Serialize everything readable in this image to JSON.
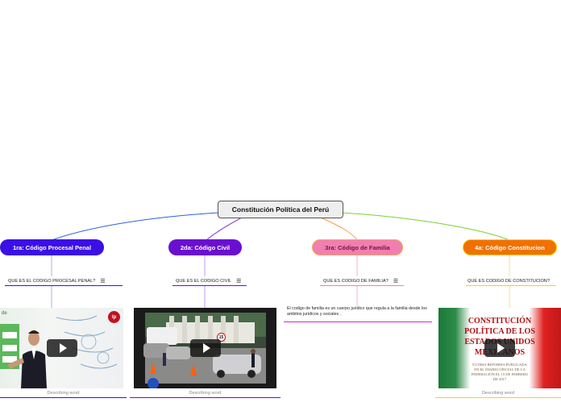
{
  "root": {
    "label": "Constitución Política del Perú"
  },
  "branches": [
    {
      "label": "1ra: Código Procesal Penal",
      "subtopic": "QUE ES EL CODIGO PROCESAL PENAL?",
      "caption": "Describing word",
      "color": "#3a10e5",
      "media": {
        "type": "video",
        "logo": "lp",
        "text_fragment": "de"
      }
    },
    {
      "label": "2da: Código Civil",
      "subtopic": "QUE ES EL CODIGO CIVIL",
      "caption": "Describing word",
      "color": "#6a0fd0",
      "media": {
        "type": "video",
        "sign": "15"
      }
    },
    {
      "label": "3ra: Código de Familia",
      "subtopic": "QUE ES CODIGO DE FAMILIA?",
      "note": "El codigo de familia es un cuerpo juridico que regula a la familia desde los ambitos juridicos y sociales .",
      "color": "#f07fb0"
    },
    {
      "label": "4a: Código Constitucion",
      "subtopic": "QUE ES CODIGO DE CONSTITUCION?",
      "caption": "Describing word",
      "color": "#f07000",
      "media": {
        "type": "video",
        "title": "CONSTITUCIÓN POLÍTICA DE LOS ESTADOS UNIDOS MEXICANOS",
        "subtitle": "ÚLTIMA REFORMA PUBLICADA EN EL DIARIO OFICIAL DE LA FEDERACIÓN EL 15 DE FEBRERO DE 2017"
      }
    }
  ],
  "icons": {
    "menu": "menu-icon",
    "play": "play-icon"
  }
}
